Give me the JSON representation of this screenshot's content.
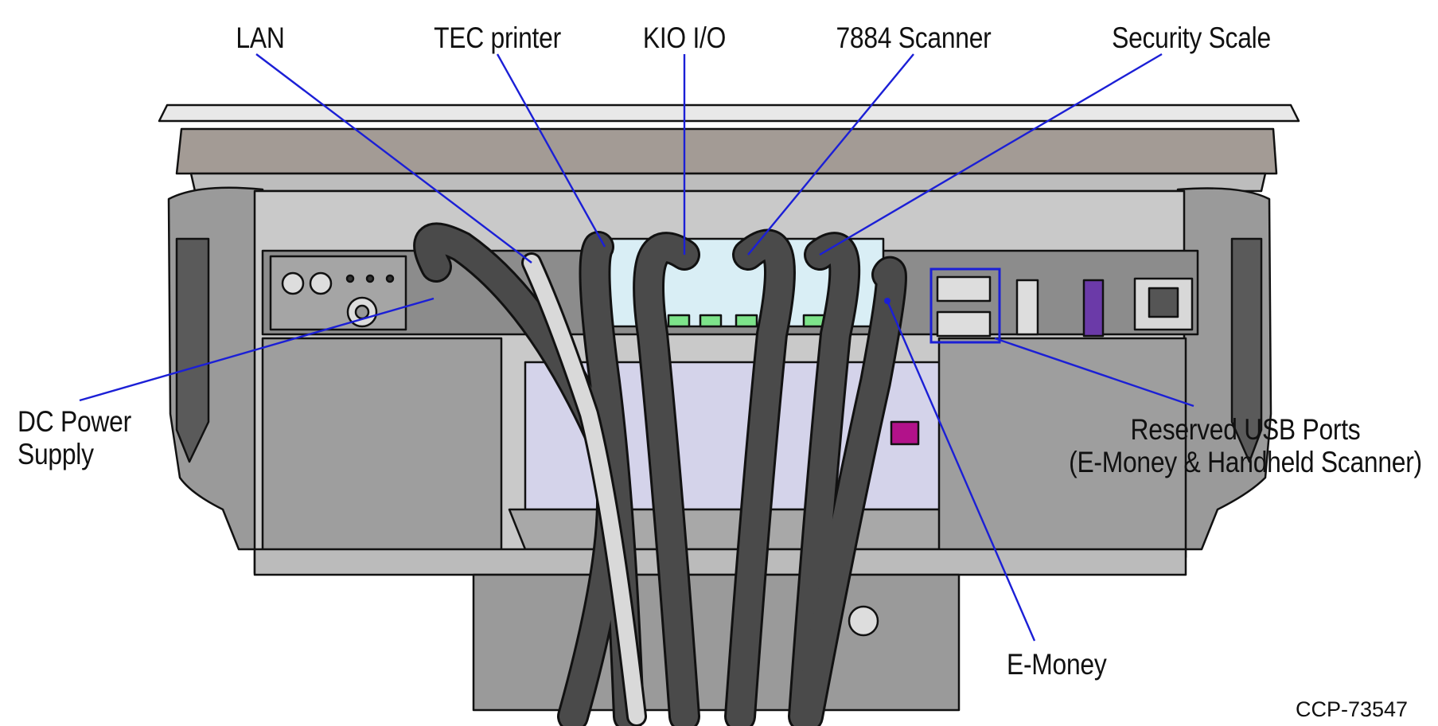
{
  "callouts": {
    "lan": "LAN",
    "tec_printer": "TEC printer",
    "kio_io": "KIO I/O",
    "scanner_7884": "7884 Scanner",
    "security_scale": "Security Scale",
    "dc_power_line1": "DC Power",
    "dc_power_line2": "Supply",
    "usb_line1": "Reserved USB Ports",
    "usb_line2": "(E-Money & Handheld Scanner)",
    "emoney": "E-Money"
  },
  "figure_id": "CCP-73547",
  "colors": {
    "leader": "#1b1fd6",
    "cable": "#4a4a4a",
    "housing": "#9a9a9a",
    "panel": "#c9c9c9",
    "bay": "#d4d3ea",
    "port": "#d9eef5",
    "led_green": "#7de38a",
    "accent_purple": "#6b3aa8",
    "accent_magenta": "#b2128a"
  }
}
